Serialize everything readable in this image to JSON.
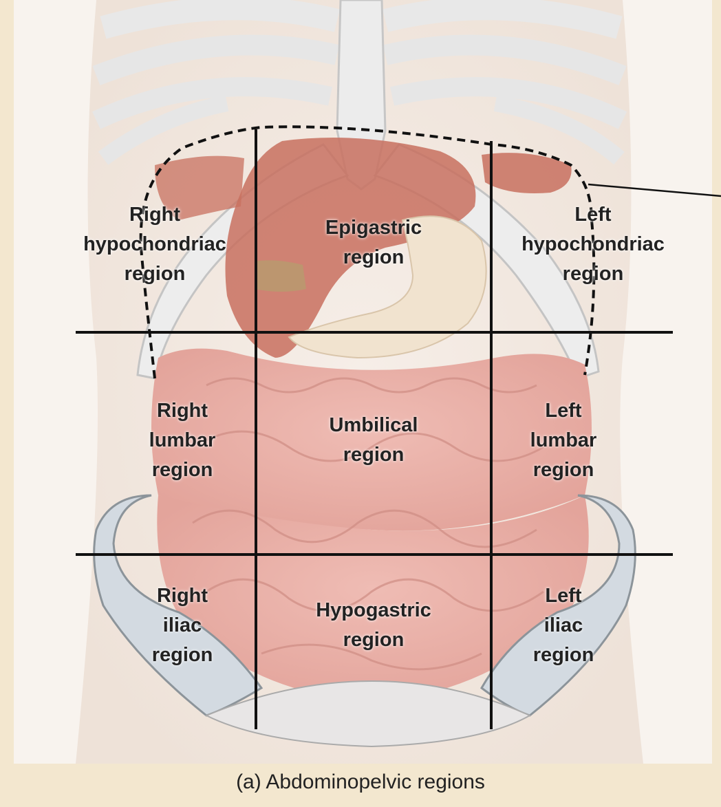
{
  "caption": "(a) Abdominopelvic regions",
  "regions": {
    "right_hypochondriac": [
      "Right",
      "hypochondriac",
      "region"
    ],
    "epigastric": [
      "Epigastric",
      "region"
    ],
    "left_hypochondriac": [
      "Left",
      "hypochondriac",
      "region"
    ],
    "right_lumbar": [
      "Right",
      "lumbar",
      "region"
    ],
    "umbilical": [
      "Umbilical",
      "region"
    ],
    "left_lumbar": [
      "Left",
      "lumbar",
      "region"
    ],
    "right_iliac": [
      "Right",
      "iliac",
      "region"
    ],
    "hypogastric": [
      "Hypogastric",
      "region"
    ],
    "left_iliac": [
      "Left",
      "iliac",
      "region"
    ]
  },
  "colors": {
    "background": "#f3e7cf",
    "panel": "#f7f1ea",
    "bone": "#e6e6e6",
    "bone_outline": "#c4c4c4",
    "liver": "#c8705f",
    "intestine": "#eab2aa",
    "pelvis": "#cfd6dd",
    "lines": "#111111"
  }
}
